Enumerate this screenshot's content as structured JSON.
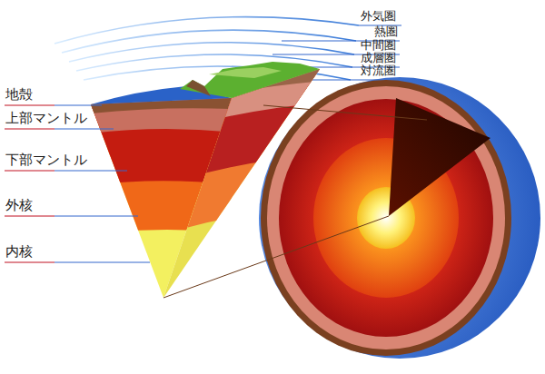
{
  "diagram": {
    "labels": [
      "外気圏",
      "熱圏",
      "中間圏",
      "成層圏",
      "対流圏",
      "地殻",
      "上部マントル",
      "下部マントル",
      "外核",
      "内核"
    ]
  }
}
